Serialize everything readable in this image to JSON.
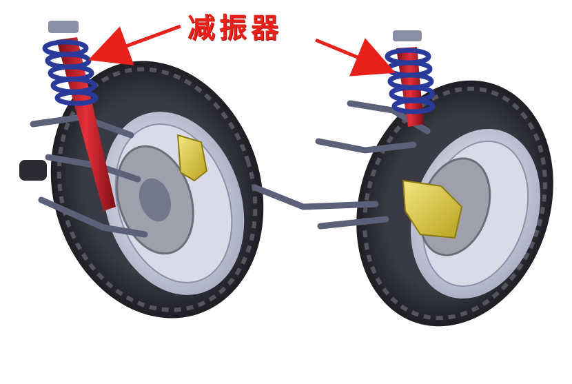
{
  "callout": {
    "label": "减振器",
    "color": "#e8201a"
  },
  "colors": {
    "tire": "#2b2b33",
    "tire_tread": "#4a4a55",
    "rim": "#c7c9d8",
    "brake_disc": "#9a9aa6",
    "caliper": "#e6d34a",
    "spring": "#2a3a9a",
    "shock_body": "#c8202a",
    "arm": "#6a6f86"
  },
  "parts": {
    "left_assembly": "front-suspension",
    "right_assembly": "rear-suspension"
  }
}
